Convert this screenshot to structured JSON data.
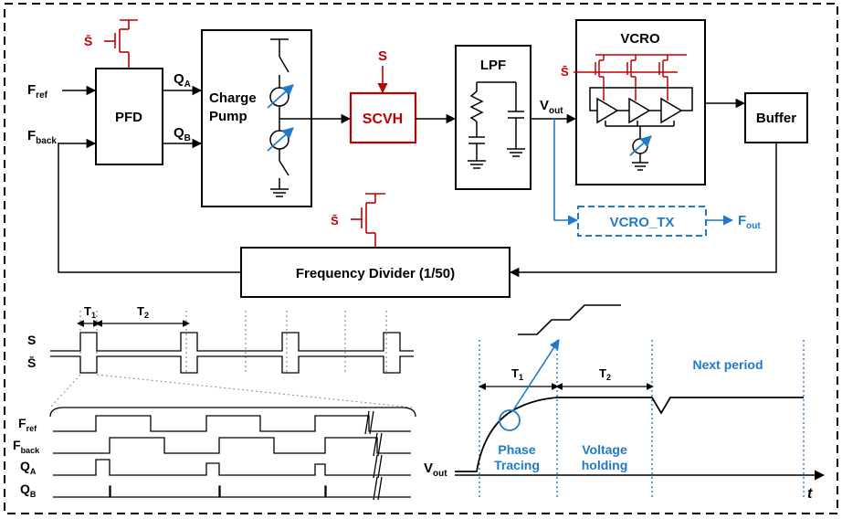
{
  "colors": {
    "main": "#000000",
    "accent_red": "#c00000",
    "accent_blue": "#1f7ac9"
  },
  "block_diagram": {
    "inputs": {
      "f_ref": {
        "main": "F",
        "sub": "ref"
      },
      "f_back": {
        "main": "F",
        "sub": "back"
      },
      "s_bar": "S̄",
      "s": "S"
    },
    "blocks": {
      "pfd": "PFD",
      "charge_pump_line1": "Charge",
      "charge_pump_line2": "Pump",
      "scvh": "SCVH",
      "lpf": "LPF",
      "vcro": "VCRO",
      "buffer": "Buffer",
      "vcro_tx": "VCRO_TX",
      "divider": "Frequency Divider (1/50)"
    },
    "signals": {
      "qa": {
        "main": "Q",
        "sub": "A"
      },
      "qb": {
        "main": "Q",
        "sub": "B"
      },
      "vout": {
        "main": "V",
        "sub": "out"
      },
      "fout": {
        "main": "F",
        "sub": "out"
      }
    }
  },
  "timing_diagram": {
    "t1": {
      "main": "T",
      "sub": "1"
    },
    "t2": {
      "main": "T",
      "sub": "2"
    },
    "rows": {
      "s": "S",
      "s_bar": "S̄",
      "f_ref": {
        "main": "F",
        "sub": "ref"
      },
      "f_back": {
        "main": "F",
        "sub": "back"
      },
      "qa": {
        "main": "Q",
        "sub": "A"
      },
      "qb": {
        "main": "Q",
        "sub": "B"
      }
    }
  },
  "vout_plot": {
    "ylabel": {
      "main": "V",
      "sub": "out"
    },
    "xlabel": "t",
    "t1": {
      "main": "T",
      "sub": "1"
    },
    "t2": {
      "main": "T",
      "sub": "2"
    },
    "next_period": "Next period",
    "phase_tracing_line1": "Phase",
    "phase_tracing_line2": "Tracing",
    "voltage_holding_line1": "Voltage",
    "voltage_holding_line2": "holding"
  }
}
